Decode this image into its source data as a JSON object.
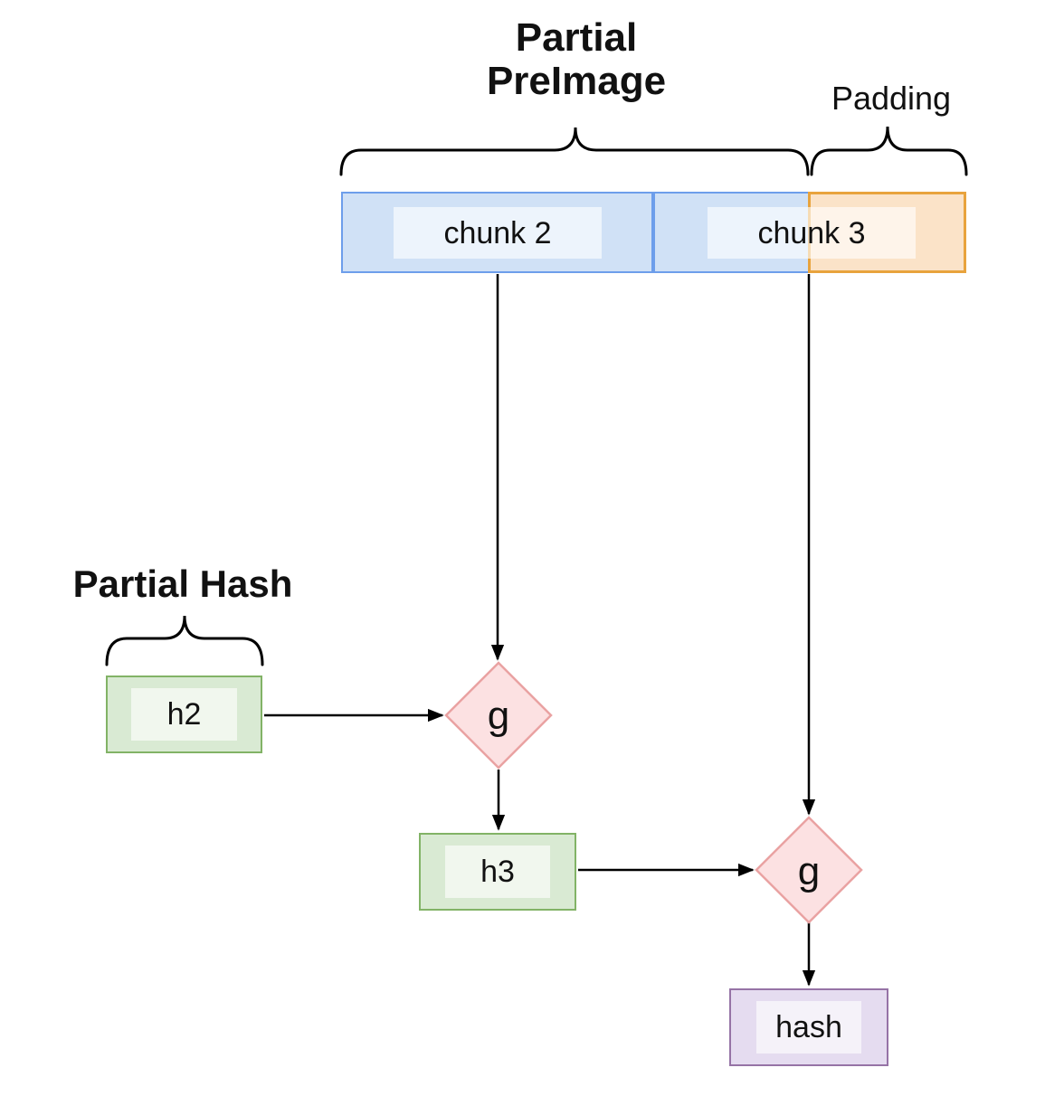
{
  "header": {
    "preimage_title_line1": "Partial",
    "preimage_title_line2": "PreImage",
    "padding_label": "Padding",
    "partial_hash_label": "Partial Hash"
  },
  "message_bar": {
    "chunk2_label": "chunk 2",
    "chunk3_label": "chunk 3"
  },
  "nodes": {
    "h2_label": "h2",
    "h3_label": "h3",
    "g1_label": "g",
    "g2_label": "g",
    "hash_label": "hash"
  },
  "colors": {
    "chunk_fill": "#d0e1f6",
    "chunk_border": "#6d9eeb",
    "padding_fill": "#fbe3c8",
    "padding_border": "#e8a33d",
    "state_fill": "#d9ead3",
    "state_border": "#82b366",
    "compress_fill": "#fce1e2",
    "compress_border": "#e9a2a2",
    "digest_fill": "#e5dcf0",
    "digest_border": "#9673a6",
    "connector": "#000000"
  }
}
